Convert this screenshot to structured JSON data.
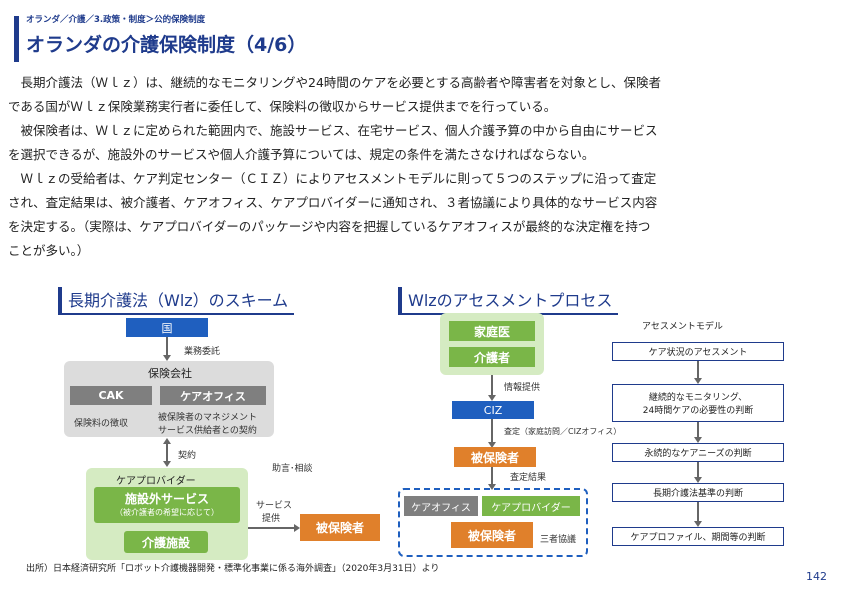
{
  "header": {
    "breadcrumb": "オランダ／介護／3.政策・制度＞公的保険制度",
    "title": "オランダの介護保険制度（4/6）"
  },
  "body": {
    "para1a": "　長期介護法（Ｗｌｚ）は、継続的なモニタリングや24時間のケアを必要とする高齢者や障害者を対象とし、保険者",
    "para1b": "である国がＷｌｚ保険業務実行者に委任して、保険料の徴収からサービス提供までを行っている。",
    "para2a": "　被保険者は、Ｗｌｚに定められた範囲内で、施設サービス、在宅サービス、個人介護予算の中から自由にサービス",
    "para2b": "を選択できるが、施設外のサービスや個人介護予算については、規定の条件を満たさなければならない。",
    "para3a": "　Ｗｌｚの受給者は、ケア判定センター（ＣＩＺ）によりアセスメントモデルに則って５つのステップに沿って査定",
    "para3b": "され、査定結果は、被介護者、ケアオフィス、ケアプロバイダーに通知され、３者協議により具体的なサービス内容",
    "para3c": "を決定する。（実際は、ケアプロバイダーのパッケージや内容を把握しているケアオフィスが最終的な決定権を持つ",
    "para3d": "ことが多い。）"
  },
  "left_diagram": {
    "section_title": "長期介護法（Wlz）のスキーム",
    "state": "国",
    "entrust": "業務委託",
    "insurer": "保険会社",
    "cak": "CAK",
    "care_office": "ケアオフィス",
    "cak_desc": "保険料の徴収",
    "office_desc1": "被保険者のマネジメント",
    "office_desc2": "サービス供給者との契約",
    "contract": "契約",
    "advice": "助言･相談",
    "provider": "ケアプロバイダー",
    "outside_service": "施設外サービス",
    "outside_service_note": "（被介護者の希望に応じて）",
    "facility": "介護施設",
    "service_provision1": "サービス",
    "service_provision2": "提供",
    "insured": "被保険者"
  },
  "right_diagram": {
    "section_title": "Wlzのアセスメントプロセス",
    "family_doctor": "家庭医",
    "caregiver": "介護者",
    "info": "情報提供",
    "ciz": "CIZ",
    "assessment": "査定（家庭訪問／CIZオフィス）",
    "insured": "被保険者",
    "result": "査定結果",
    "care_office": "ケアオフィス",
    "care_provider": "ケアプロバイダー",
    "insured2": "被保険者",
    "three_party": "三者協議",
    "model_title": "アセスメントモデル",
    "steps": [
      "ケア状況のアセスメント",
      "継続的なモニタリング、",
      "24時間ケアの必要性の判断",
      "永続的なケアニーズの判断",
      "長期介護法基準の判断",
      "ケアプロファイル、期間等の判断"
    ]
  },
  "footer": {
    "source": "出所）日本経済研究所「ロボット介護機器開発・標準化事業に係る海外調査」（2020年3月31日）より",
    "page": "142"
  }
}
